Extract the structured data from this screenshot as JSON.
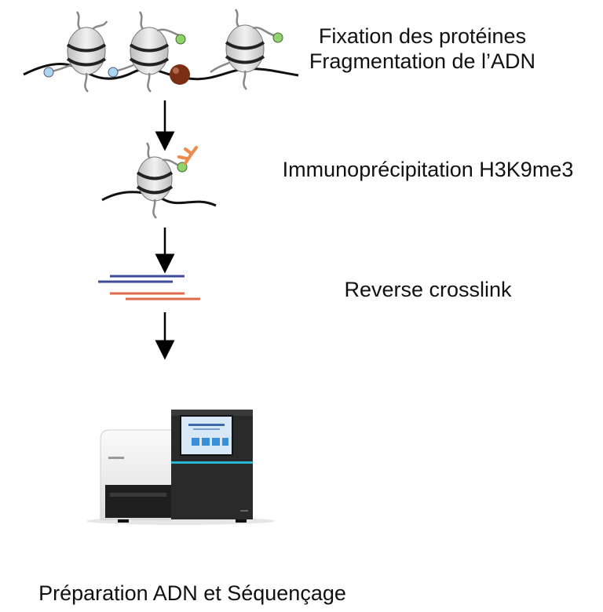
{
  "steps": [
    {
      "lines": [
        "Fixation des protéines",
        "Fragmentation de l’ADN"
      ]
    },
    {
      "lines": [
        "Immunoprécipitation H3K9me3"
      ]
    },
    {
      "lines": [
        "Reverse crosslink"
      ]
    },
    {
      "lines": [
        "Préparation ADN et Séquençage"
      ]
    }
  ],
  "colors": {
    "dna": "#111111",
    "histone_body": "#dcdcdc",
    "histone_band": "#222222",
    "tail": "#888888",
    "mark_blue": "#a9d7f0",
    "mark_green": "#8fd36a",
    "protein": "#7a2f14",
    "antibody": "#f08a4b",
    "strand_blue": "#3b4b9a",
    "strand_red": "#e06a4a",
    "sequencer_screen": "#3a8fd8",
    "sequencer_accent": "#2ab7d6"
  }
}
